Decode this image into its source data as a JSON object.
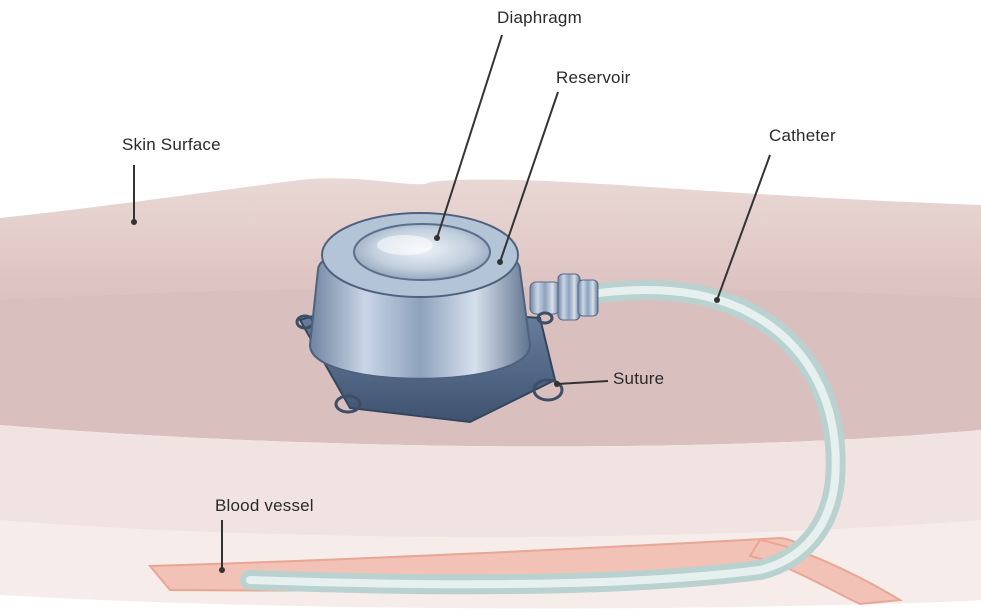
{
  "labels": {
    "diaphragm": "Diaphragm",
    "reservoir": "Reservoir",
    "skin_surface": "Skin Surface",
    "catheter": "Catheter",
    "suture": "Suture",
    "blood_vessel": "Blood vessel"
  },
  "colors": {
    "skin_top": "#efe5e2",
    "tissue_mid": "#e4cfcd",
    "tissue_deep": "#d7bcbc",
    "lower_tissue": "#f1e4e2",
    "vessel": "#f0b7a8",
    "catheter": "#cfe1df",
    "port_metal": "#9fb4cc",
    "port_dark": "#5f7491",
    "leader_line": "#333333"
  }
}
